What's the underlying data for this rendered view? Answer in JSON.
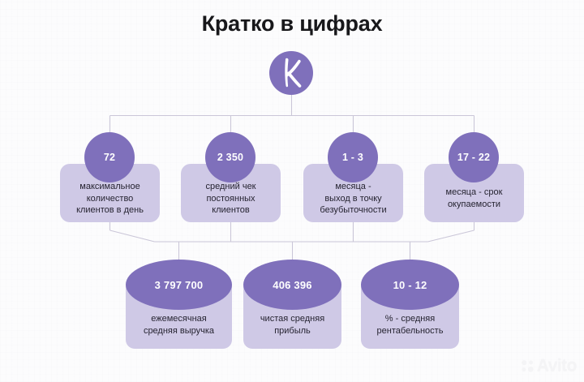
{
  "page": {
    "title": "Кратко в цифрах",
    "background_color": "#fcfcfd",
    "accent_color": "#7f70bb",
    "card_color": "#cfc9e6",
    "text_color": "#262431",
    "connector_color": "#cac6d8"
  },
  "logo": {
    "name": "brand-logo-k",
    "letter": "K",
    "circle_color": "#7f70bb",
    "letter_color": "#ffffff"
  },
  "top_row": [
    {
      "value": "72",
      "label": "максимальное\nколичество\nклиентов в день"
    },
    {
      "value": "2 350",
      "label": "средний чек\nпостоянных\nклиентов"
    },
    {
      "value": "1 - 3",
      "label": "месяца -\nвыход в точку\nбезубыточности"
    },
    {
      "value": "17 - 22",
      "label": "месяца - срок\nокупаемости"
    }
  ],
  "bottom_row": [
    {
      "value": "3 797 700",
      "label": "ежемесячная\nсредняя выручка"
    },
    {
      "value": "406 396",
      "label": "чистая средняя\nприбыль"
    },
    {
      "value": "10 - 12",
      "label": "% - средняя\nрентабельность"
    }
  ],
  "watermark": {
    "text": "Avito"
  }
}
